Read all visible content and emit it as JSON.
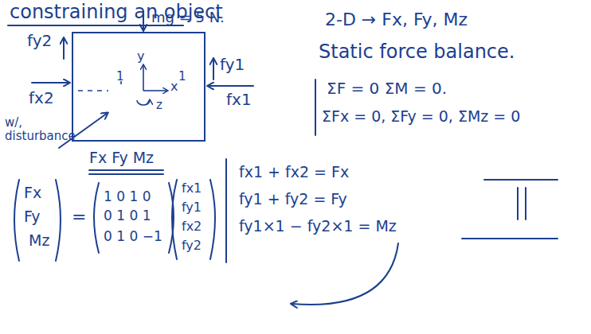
{
  "diagram": {
    "title": "constraining an object",
    "nodes": [
      {
        "text": [
          "1",
          "y",
          "1",
          "x",
          "z"
        ]
      }
    ],
    "labels": [
      "mg = 5 N.",
      "fy2",
      "fx2",
      "fy1",
      "fx1",
      "w/, disturbance",
      "Fx Fy Mz",
      "Fx",
      "Fy",
      "Mz",
      "=",
      "1 0 1 0",
      "0 1 0 1",
      "0 1 0 −1",
      "fx1",
      "fy1",
      "fx2",
      "fy2",
      "2-D → Fx, Fy, Mz",
      "Static force balance.",
      "ΣF = 0  ΣM = 0.",
      "ΣFx = 0, ΣFy = 0, ΣMz = 0",
      "fx1 + fx2 = Fx",
      "fy1 + fy2 = Fy",
      "fy1×1 − fy2×1 = Mz"
    ]
  }
}
